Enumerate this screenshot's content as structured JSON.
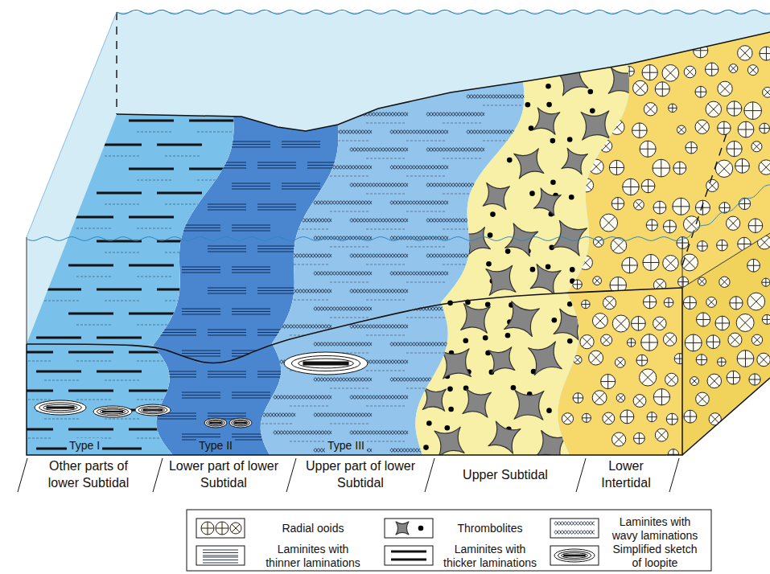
{
  "diagram": {
    "labels": [
      "Type I",
      "Type II",
      "Type III",
      "Other parts of lower Subtidal",
      "Lower part of lower Subtidal",
      "Upper part of lower Subtidal",
      "Upper Subtidal",
      "Lower Intertidal"
    ],
    "legend": [
      {
        "text": "Radial ooids"
      },
      {
        "text": "Thrombolites"
      },
      {
        "text": "Laminites with wavy laminations"
      },
      {
        "text": "Laminites with thinner laminations"
      },
      {
        "text": "Laminites with thicker laminations"
      },
      {
        "text": "Simplified sketch of loopite"
      }
    ]
  }
}
